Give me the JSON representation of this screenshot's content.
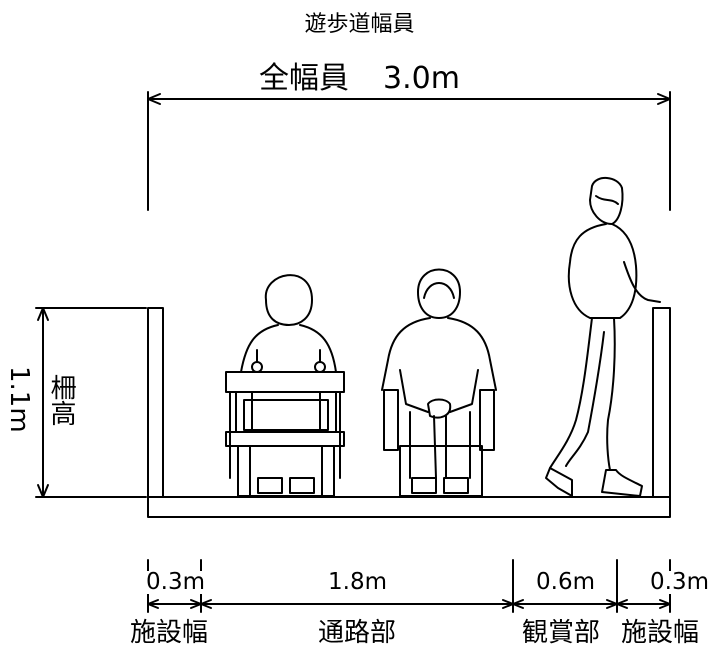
{
  "title": "遊歩道幅員",
  "total_width": {
    "label": "全幅員",
    "value": "3.0m"
  },
  "rail_height": {
    "value": "1.1m",
    "label": "柵高"
  },
  "sections": [
    {
      "width": "0.3m",
      "label": "施設幅"
    },
    {
      "width": "1.8m",
      "label": "通路部"
    },
    {
      "width": "0.6m",
      "label": "観賞部"
    },
    {
      "width": "0.3m",
      "label": "施設幅"
    }
  ],
  "line_color": "#000000",
  "background_color": "#ffffff"
}
